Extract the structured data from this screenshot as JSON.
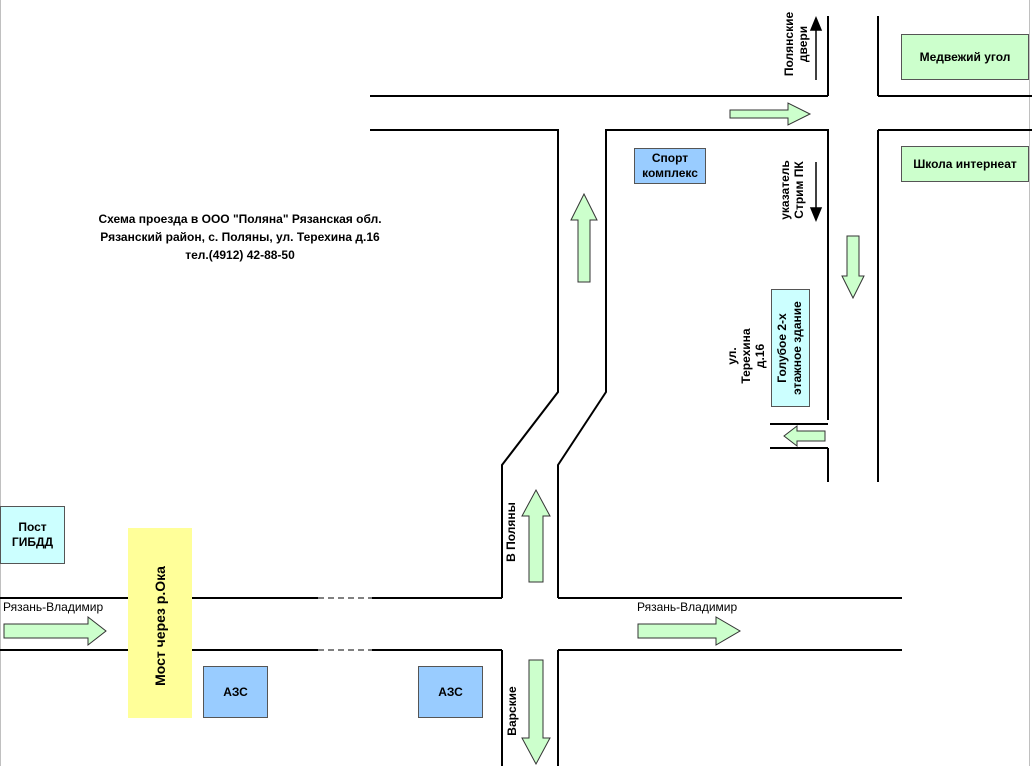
{
  "title": {
    "line1": "Схема проезда в ООО \"Поляна\"  Рязанская обл.",
    "line2": "Рязанский район, с. Поляны, ул. Терехина д.16",
    "line3": "тел.(4912) 42-88-50"
  },
  "places": {
    "medvezhiy": "Медвежий угол",
    "shkola": "Школа интернеат",
    "sport_line1": "Спорт",
    "sport_line2": "комплекс",
    "goluboe_line1": "Голубое 2-х",
    "goluboe_line2": "этажное здание",
    "post_line1": "Пост",
    "post_line2": "ГИБДД",
    "most": "Мост через р.Ока",
    "azs1": "АЗС",
    "azs2": "АЗС"
  },
  "labels": {
    "polyanskie_line1": "Полянские",
    "polyanskie_line2": "двери",
    "ukazatel_line1": "указатель",
    "ukazatel_line2": "Стрим ПК",
    "ul_line1": "ул.",
    "ul_line2": "Терехина",
    "ul_line3": "д.16",
    "v_polyany": "В Поляны",
    "varskie": "Варские",
    "road_left": "Рязань-Владимир",
    "road_right": "Рязань-Владимир"
  },
  "colors": {
    "arrow_fill": "#ccffcc",
    "box_green": "#ccffcc",
    "box_blue": "#99ccff",
    "box_cyan": "#ccffff",
    "bridge": "#ffff99"
  }
}
